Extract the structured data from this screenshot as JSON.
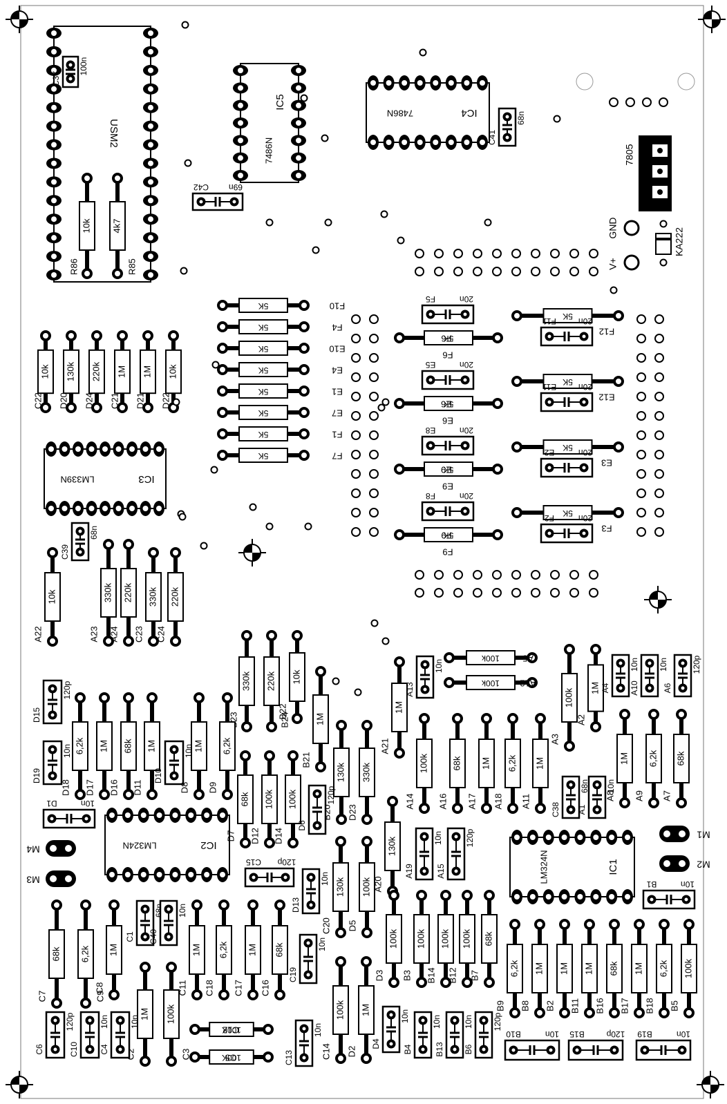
{
  "ics": [
    {
      "ref": "USM2",
      "value": ""
    },
    {
      "ref": "IC5",
      "value": "7486N"
    },
    {
      "ref": "IC4",
      "value": "7486N"
    },
    {
      "ref": "IC3",
      "value": "LM339N"
    },
    {
      "ref": "IC2",
      "value": "LM324N"
    },
    {
      "ref": "IC1",
      "value": "LM324N"
    }
  ],
  "regulator": {
    "ref": "7805",
    "diode": "KA222",
    "gnd": "GND",
    "vplus": "V+"
  },
  "top_caps": [
    {
      "ref": "C37",
      "value": "100n"
    },
    {
      "ref": "C41",
      "value": "68n"
    },
    {
      "ref": "C42",
      "value": "69n"
    }
  ],
  "top_res": [
    {
      "ref": "R86",
      "value": "10k"
    },
    {
      "ref": "R85",
      "value": "4k7"
    }
  ],
  "mid_res_left": [
    {
      "ref": "F10",
      "value": "5K"
    },
    {
      "ref": "F4",
      "value": "5K"
    },
    {
      "ref": "E10",
      "value": "5K"
    },
    {
      "ref": "E4",
      "value": "5K"
    },
    {
      "ref": "E1",
      "value": "5K"
    },
    {
      "ref": "E7",
      "value": "5K"
    },
    {
      "ref": "F1",
      "value": "5K"
    },
    {
      "ref": "F7",
      "value": "5K"
    }
  ],
  "mid_col2": [
    {
      "cap": "F5",
      "capv": "20n",
      "res": "F6",
      "resv": "5K"
    },
    {
      "cap": "E5",
      "capv": "20n",
      "res": "E6",
      "resv": "5K"
    },
    {
      "cap": "E8",
      "capv": "20n",
      "res": "E9",
      "resv": "5K"
    },
    {
      "cap": "F8",
      "capv": "20n",
      "res": "F9",
      "resv": "5K"
    }
  ],
  "mid_col3": [
    {
      "res": "F12",
      "resv": "5K",
      "cap": "F11",
      "capv": "20n"
    },
    {
      "res": "E12",
      "resv": "5K",
      "cap": "E11",
      "capv": "20n"
    },
    {
      "res": "E3",
      "resv": "5K",
      "cap": "E2",
      "capv": "20n"
    },
    {
      "res": "F3",
      "resv": "5K",
      "cap": "F2",
      "capv": "20n"
    }
  ],
  "ic3_res": [
    {
      "ref": "C22",
      "value": "10k"
    },
    {
      "ref": "D20",
      "value": "130k"
    },
    {
      "ref": "D24",
      "value": "220k"
    },
    {
      "ref": "C21",
      "value": "1M"
    },
    {
      "ref": "D21",
      "value": "1M"
    },
    {
      "ref": "D22",
      "value": "10k"
    }
  ],
  "a_group": [
    {
      "ref": "A22",
      "value": "10k"
    },
    {
      "ref": "A23",
      "value": "330k"
    },
    {
      "ref": "A24",
      "value": "220k"
    },
    {
      "ref": "C23",
      "value": "330k"
    },
    {
      "ref": "C24",
      "value": "220k"
    }
  ],
  "c39": {
    "ref": "C39",
    "value": "68n"
  },
  "b_upper": [
    {
      "ref": "B23",
      "value": "330k"
    },
    {
      "ref": "B24",
      "value": "220k"
    },
    {
      "ref": "B22",
      "value": "10k"
    },
    {
      "ref": "B21",
      "value": "1M"
    },
    {
      "ref": "B20",
      "value": "130k"
    },
    {
      "ref": "D23",
      "value": "330k"
    }
  ],
  "a_upper": [
    {
      "ref": "A13",
      "value": "10n"
    },
    {
      "ref": "A21",
      "value": "1M"
    },
    {
      "ref": "A5",
      "value": "100k"
    },
    {
      "ref": "A12",
      "value": "100k"
    },
    {
      "ref": "A3",
      "value": "100k"
    },
    {
      "ref": "A2",
      "value": "1M"
    },
    {
      "ref": "A4",
      "value": "10n"
    },
    {
      "ref": "A10",
      "value": "10n"
    },
    {
      "ref": "A6",
      "value": "120p"
    }
  ],
  "a_row": [
    {
      "ref": "A14",
      "value": "100k"
    },
    {
      "ref": "A16",
      "value": "68k"
    },
    {
      "ref": "A17",
      "value": "1M"
    },
    {
      "ref": "A18",
      "value": "6,2k"
    },
    {
      "ref": "A11",
      "value": "1M"
    },
    {
      "ref": "C38",
      "value": "68n"
    },
    {
      "ref": "A1",
      "value": "10n"
    },
    {
      "ref": "A8",
      "value": "1M"
    },
    {
      "ref": "A9",
      "value": "6,2k"
    },
    {
      "ref": "A7",
      "value": "68k"
    }
  ],
  "d_row": [
    {
      "ref": "D15",
      "value": "120p"
    },
    {
      "ref": "D19",
      "value": "10n"
    },
    {
      "ref": "D18",
      "value": "6,2k"
    },
    {
      "ref": "D17",
      "value": "1M"
    },
    {
      "ref": "D16",
      "value": "68k"
    },
    {
      "ref": "D11",
      "value": "1M"
    },
    {
      "ref": "D10",
      "value": "10n"
    },
    {
      "ref": "D8",
      "value": "1M"
    },
    {
      "ref": "D9",
      "value": "6,2k"
    }
  ],
  "d_lower": [
    {
      "ref": "D7",
      "value": "68k"
    },
    {
      "ref": "D12",
      "value": "100k"
    },
    {
      "ref": "D14",
      "value": "100k"
    },
    {
      "ref": "D6",
      "value": "120p"
    },
    {
      "ref": "C15",
      "value": "120p"
    },
    {
      "ref": "D13",
      "value": "10n"
    },
    {
      "ref": "C20",
      "value": "130k"
    },
    {
      "ref": "D5",
      "value": "100k"
    },
    {
      "ref": "A20",
      "value": "130k"
    },
    {
      "ref": "A19",
      "value": "10n"
    },
    {
      "ref": "A15",
      "value": "120p"
    }
  ],
  "connectors": {
    "m1": "M1",
    "m2": "M2",
    "m3": "M3",
    "m4": "M4",
    "d1": "D1",
    "d1v": "10n",
    "b1": "B1",
    "b1v": "10n"
  },
  "c_group": [
    {
      "ref": "C7",
      "value": "68k"
    },
    {
      "ref": "C9",
      "value": "6,2k"
    },
    {
      "ref": "C8",
      "value": "1M"
    },
    {
      "ref": "C1",
      "value": "68n"
    },
    {
      "ref": "C40",
      "value": "10n"
    },
    {
      "ref": "C11",
      "value": "1M"
    },
    {
      "ref": "C18",
      "value": "6,2k"
    },
    {
      "ref": "C17",
      "value": "1M"
    },
    {
      "ref": "C16",
      "value": "68k"
    },
    {
      "ref": "C19",
      "value": "10n"
    },
    {
      "ref": "C2",
      "value": "1M"
    },
    {
      "ref": "C3",
      "value": "100k"
    },
    {
      "ref": "C12",
      "value": "100K"
    },
    {
      "ref": "C5",
      "value": "100K"
    },
    {
      "ref": "C13",
      "value": "10n"
    },
    {
      "ref": "C14",
      "value": "100k"
    },
    {
      "ref": "D2",
      "value": "1M"
    },
    {
      "ref": "D4",
      "value": "10n"
    },
    {
      "ref": "C6",
      "value": "120p"
    },
    {
      "ref": "C10",
      "value": "10n"
    },
    {
      "ref": "C4",
      "value": "10n"
    }
  ],
  "b_lower": [
    {
      "ref": "D3",
      "value": "100k"
    },
    {
      "ref": "B3",
      "value": "100k"
    },
    {
      "ref": "B14",
      "value": "100k"
    },
    {
      "ref": "B12",
      "value": "100k"
    },
    {
      "ref": "B7",
      "value": "68k"
    },
    {
      "ref": "B4",
      "value": "10n"
    },
    {
      "ref": "B13",
      "value": "10n"
    },
    {
      "ref": "B6",
      "value": "120p"
    }
  ],
  "b_right": [
    {
      "ref": "B9",
      "value": "6,2k"
    },
    {
      "ref": "B8",
      "value": "1M"
    },
    {
      "ref": "B2",
      "value": "1M"
    },
    {
      "ref": "B11",
      "value": "1M"
    },
    {
      "ref": "B16",
      "value": "68k"
    },
    {
      "ref": "B17",
      "value": "1M"
    },
    {
      "ref": "B18",
      "value": "6,2k"
    },
    {
      "ref": "B5",
      "value": "100k"
    }
  ],
  "b_bottom": [
    {
      "ref": "B10",
      "value": "10n"
    },
    {
      "ref": "B15",
      "value": "120p"
    },
    {
      "ref": "B19",
      "value": "10n"
    }
  ]
}
